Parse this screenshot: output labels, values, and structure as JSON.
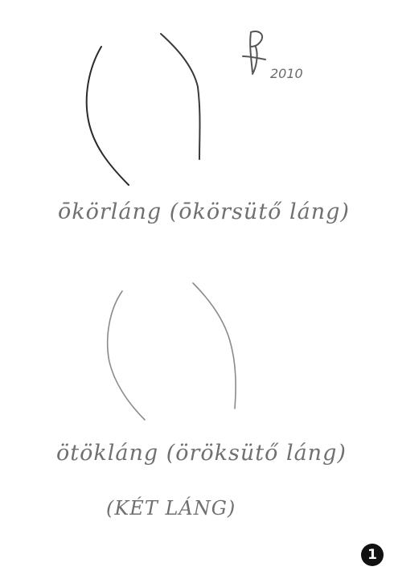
{
  "signature": {
    "date_text": "2010"
  },
  "captions": {
    "first": "ōkörláng (ōkörsütő láng)",
    "second": "ötökláng (öröksütő láng)",
    "third": "(KÉT LÁNG)"
  },
  "page_number": "1",
  "colors": {
    "paper": "#ffffff",
    "ink_dark": "#2a2a2a",
    "ink_light": "#8a8a8a"
  }
}
